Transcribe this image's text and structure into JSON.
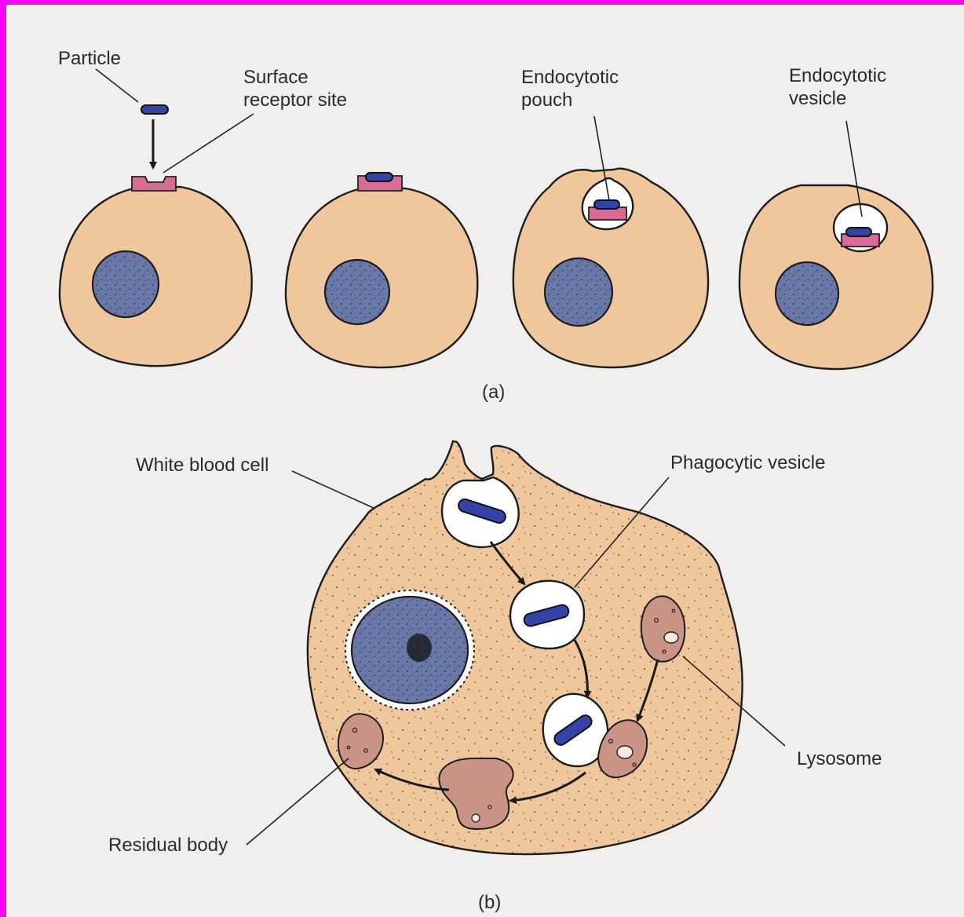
{
  "labels": {
    "particle": "Particle",
    "surface_receptor_line1": "Surface",
    "surface_receptor_line2": "receptor site",
    "endocytotic_pouch_line1": "Endocytotic",
    "endocytotic_pouch_line2": "pouch",
    "endocytotic_vesicle_line1": "Endocytotic",
    "endocytotic_vesicle_line2": "vesicle",
    "panel_a": "(a)",
    "white_blood_cell": "White blood cell",
    "phagocytic_vesicle": "Phagocytic vesicle",
    "lysosome": "Lysosome",
    "residual_body": "Residual body",
    "panel_b": "(b)"
  },
  "colors": {
    "border": "#ff00ff",
    "background": "#f1efee",
    "cytoplasm": "#f0c79c",
    "nucleus": "#6a78a8",
    "particle": "#3543a8",
    "receptor": "#d86b98",
    "lysosome": "#c99485"
  }
}
